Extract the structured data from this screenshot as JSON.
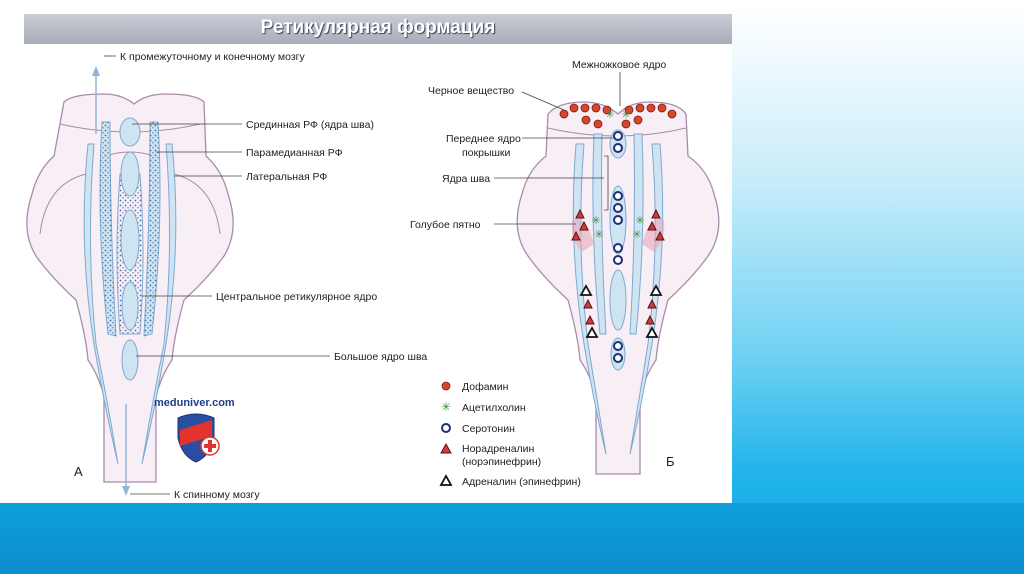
{
  "title": "Ретикулярная формация",
  "panel_a": {
    "letter": "А",
    "labels": {
      "top_arrow": "К промежуточному и конечному мозгу",
      "median": "Срединная РФ (ядра шва)",
      "paramedian": "Парамедианная РФ",
      "lateral": "Латеральная РФ",
      "central": "Центральное ретикулярное ядро",
      "raphe_magnus": "Большое ядро шва",
      "bottom_arrow": "К спинному мозгу"
    },
    "watermark": "meduniver.com"
  },
  "panel_b": {
    "letter": "Б",
    "labels": {
      "interpeduncular": "Межножковое ядро",
      "substantia_nigra": "Черное вещество",
      "anterior_tegmental_1": "Переднее ядро",
      "anterior_tegmental_2": "покрышки",
      "raphe": "Ядра шва",
      "locus_coeruleus": "Голубое пятно"
    }
  },
  "legend": [
    {
      "label": "Дофамин",
      "icon": "dopamine-dot-icon"
    },
    {
      "label": "Ацетилхолин",
      "icon": "acetylcholine-star-icon"
    },
    {
      "label": "Серотонин",
      "icon": "serotonin-ring-icon"
    },
    {
      "label": "Норадреналин",
      "label2": "(норэпинефрин)",
      "icon": "noradrenaline-triangle-icon"
    },
    {
      "label": "Адреналин (эпинефрин)",
      "icon": "adrenaline-triangle-icon"
    }
  ],
  "colors": {
    "outline": "#a98bab",
    "fill": "#f7eef6",
    "column": "#cfe4f3",
    "column_stroke": "#7fa9cf",
    "dopamine": "#d7462c",
    "acetylcholine": "#3a8f3a",
    "serotonin": "#1d2f7a",
    "noradrenaline": "#d13a3a",
    "title_line": "#3e5f9b"
  }
}
